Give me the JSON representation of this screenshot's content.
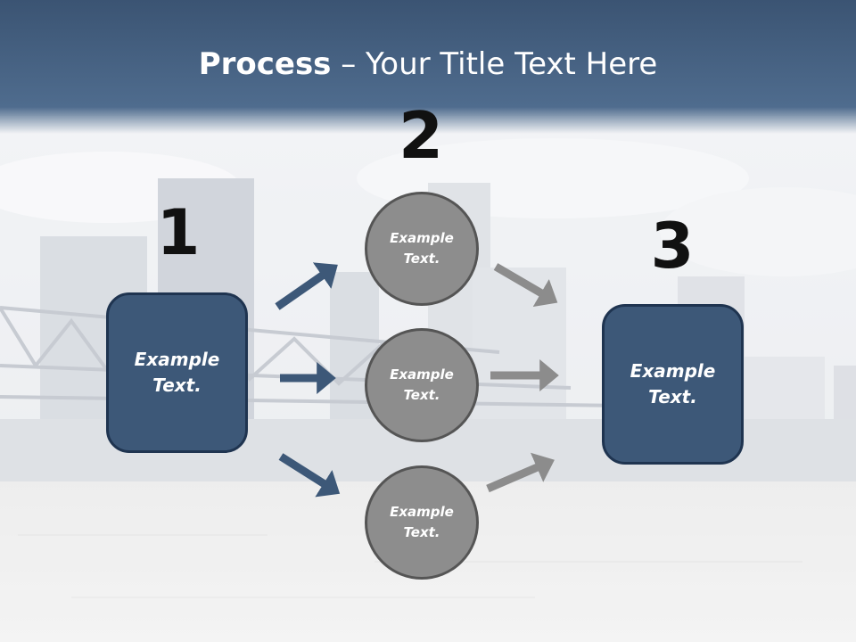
{
  "title": {
    "bold": "Process",
    "rest": " – Your Title Text Here"
  },
  "steps": {
    "one": {
      "number": "1",
      "text": "Example\nText."
    },
    "two": {
      "number": "2"
    },
    "three": {
      "number": "3",
      "text": "Example\nText."
    }
  },
  "circles": [
    {
      "text": "Example\nText."
    },
    {
      "text": "Example\nText."
    },
    {
      "text": "Example\nText."
    }
  ],
  "colors": {
    "box": "#3d5878",
    "circle": "#8d8d8d",
    "arrow_dark": "#3d5878",
    "arrow_gray": "#8c8c8c"
  }
}
